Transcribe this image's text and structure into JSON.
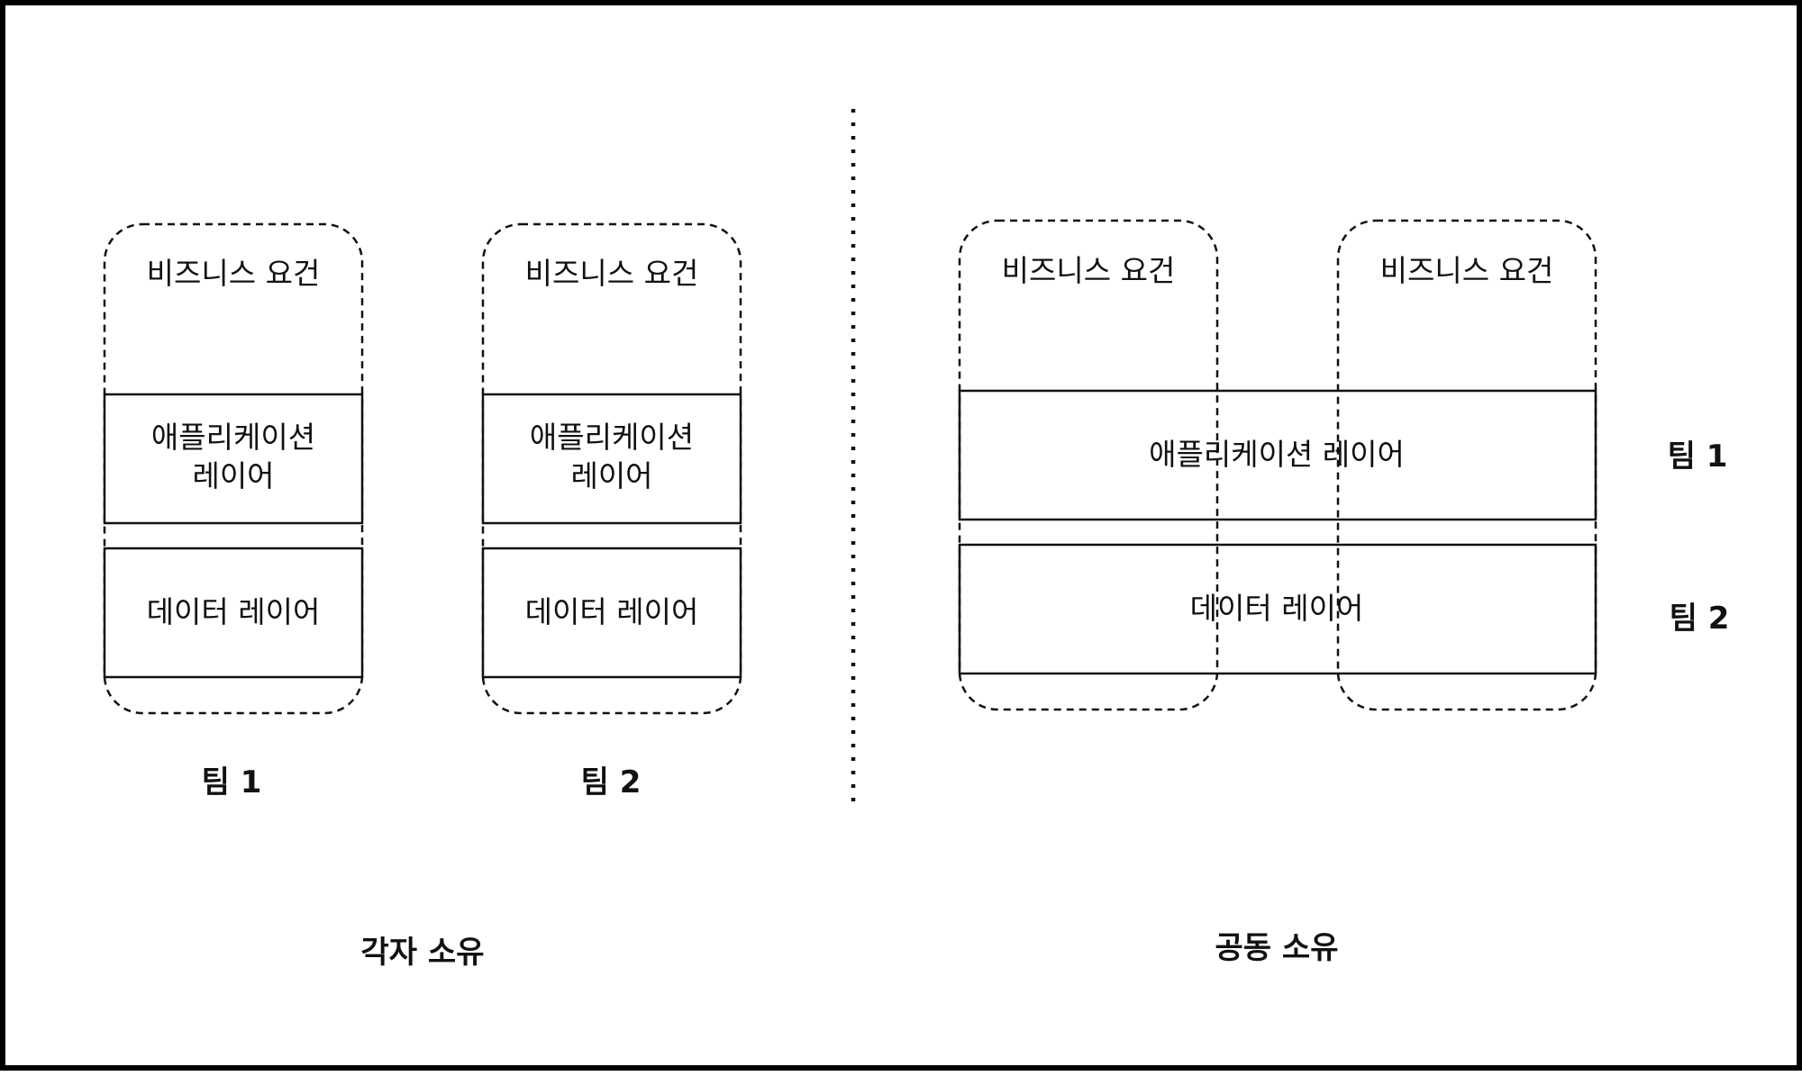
{
  "separate": {
    "caption": "각자 소유",
    "teams": [
      {
        "team_label": "팀 1",
        "business": "비즈니스 요건",
        "app_line1": "애플리케이션",
        "app_line2": "레이어",
        "data": "데이터 레이어"
      },
      {
        "team_label": "팀 2",
        "business": "비즈니스 요건",
        "app_line1": "애플리케이션",
        "app_line2": "레이어",
        "data": "데이터 레이어"
      }
    ]
  },
  "shared": {
    "caption": "공동 소유",
    "business_left": "비즈니스 요건",
    "business_right": "비즈니스 요건",
    "app_layer": "애플리케이션 레이어",
    "data_layer": "데이터 레이어",
    "team1_label": "팀 1",
    "team2_label": "팀 2"
  }
}
